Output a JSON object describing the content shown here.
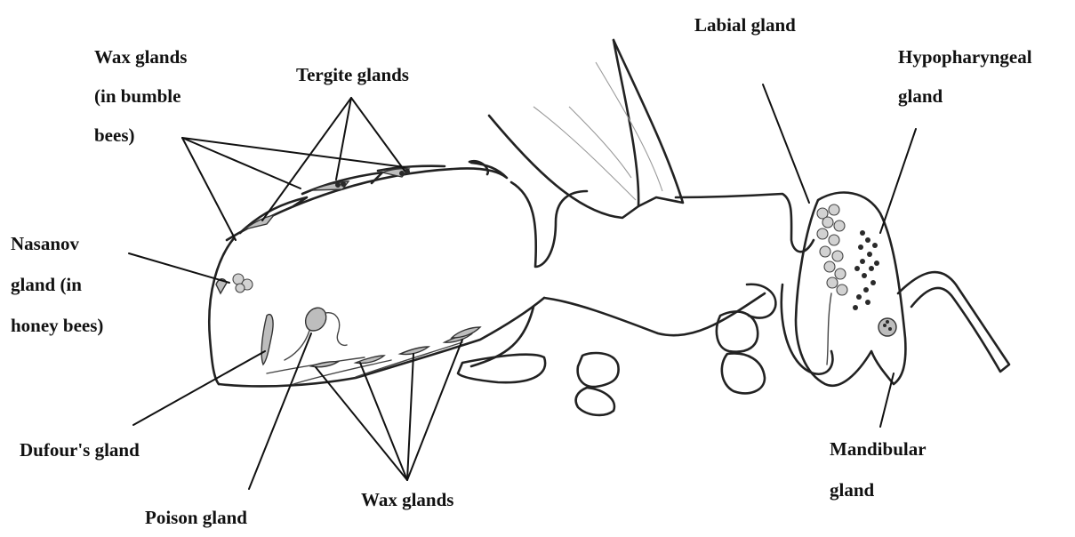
{
  "labels": {
    "wax_glands_bumble_1": "Wax glands",
    "wax_glands_bumble_2": "(in bumble",
    "wax_glands_bumble_3": "bees)",
    "tergite_glands": "Tergite glands",
    "labial_gland": "Labial gland",
    "hypopharyngeal_1": "Hypopharyngeal",
    "hypopharyngeal_2": "gland",
    "nasanov_1": "Nasanov",
    "nasanov_2": "gland (in",
    "nasanov_3": "honey bees)",
    "dufours_gland": "Dufour's gland",
    "poison_gland": "Poison gland",
    "wax_glands": "Wax glands",
    "mandibular_1": "Mandibular",
    "mandibular_2": "gland"
  },
  "colors": {
    "line": "#222222",
    "gland_fill": "#bdbdbd",
    "background": "#ffffff"
  }
}
